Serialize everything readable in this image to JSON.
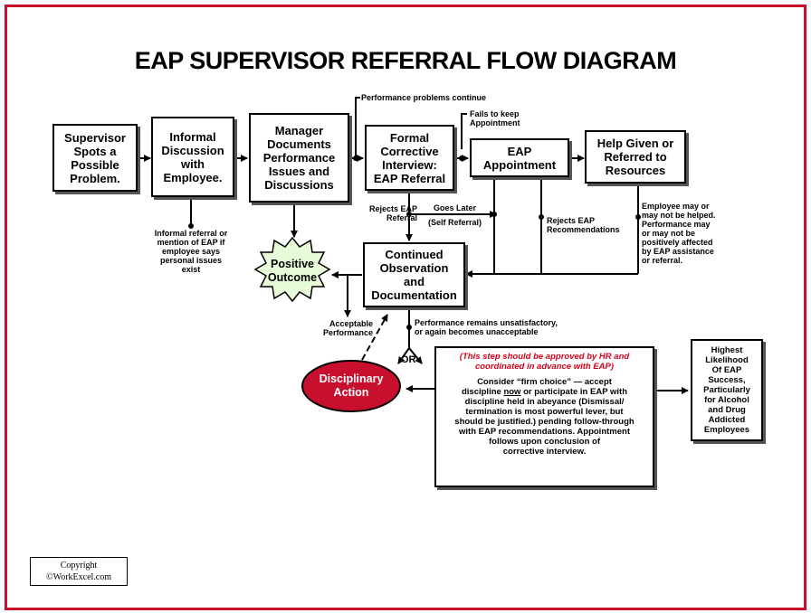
{
  "title": "EAP SUPERVISOR REFERRAL FLOW DIAGRAM",
  "boxes": {
    "supervisor": "Supervisor\nSpots a\nPossible\nProblem.",
    "informal": "Informal\nDiscussion\nwith\nEmployee.",
    "manager": "Manager\nDocuments\nPerformance\nIssues and\nDiscussions",
    "formal": "Formal\nCorrective\nInterview:\nEAP Referral",
    "eap": "EAP\nAppointment",
    "help": "Help Given or\nReferred to\nResources",
    "continued": "Continued\nObservation\nand\nDocumentation",
    "positive": "Positive\nOutcome",
    "disciplinary": "Disciplinary\nAction",
    "highest": "Highest\nLikelihood\nOf EAP\nSuccess,\nParticularly\nfor Alcohol\nand Drug\nAddicted\nEmployees"
  },
  "labels": {
    "perf_continue": "Performance problems continue",
    "fails": "Fails to keep\nAppointment",
    "informal_note": "Informal referral or\nmention of EAP if\nemployee says\npersonal issues\nexist",
    "rejects_referral": "Rejects EAP\nReferral",
    "goes_later": "Goes Later",
    "self_referral": "(Self Referral)",
    "rejects_recs": "Rejects EAP\nRecommendations",
    "may_not": "Employee may or\nmay not be helped.\nPerformance may\nor may not be\npositively affected\nby EAP assistance\nor referral.",
    "acceptable": "Acceptable\nPerformance",
    "unsatisfactory": "Performance remains unsatisfactory,\nor again becomes unacceptable",
    "or": "OR"
  },
  "step": {
    "note": "(This step should be approved by HR and coordinated in advance with EAP)",
    "line1": "Consider “firm choice” — accept\ndiscipline",
    "now": "now",
    "line2": " or participate in EAP with\ndiscipline held in abeyance (Dismissal/\ntermination is most powerful lever, but\nshould be justified.) pending follow-through\nwith EAP recommendations. Appointment\nfollows upon conclusion of\ncorrective interview."
  },
  "copyright": {
    "line1": "Copyright",
    "line2": "©WorkExcel.com"
  },
  "colors": {
    "frame": "#c8102e",
    "disciplinary_fill": "#c8102e",
    "positive_fill": "#e8fbd8",
    "note_red": "#d0021b"
  }
}
